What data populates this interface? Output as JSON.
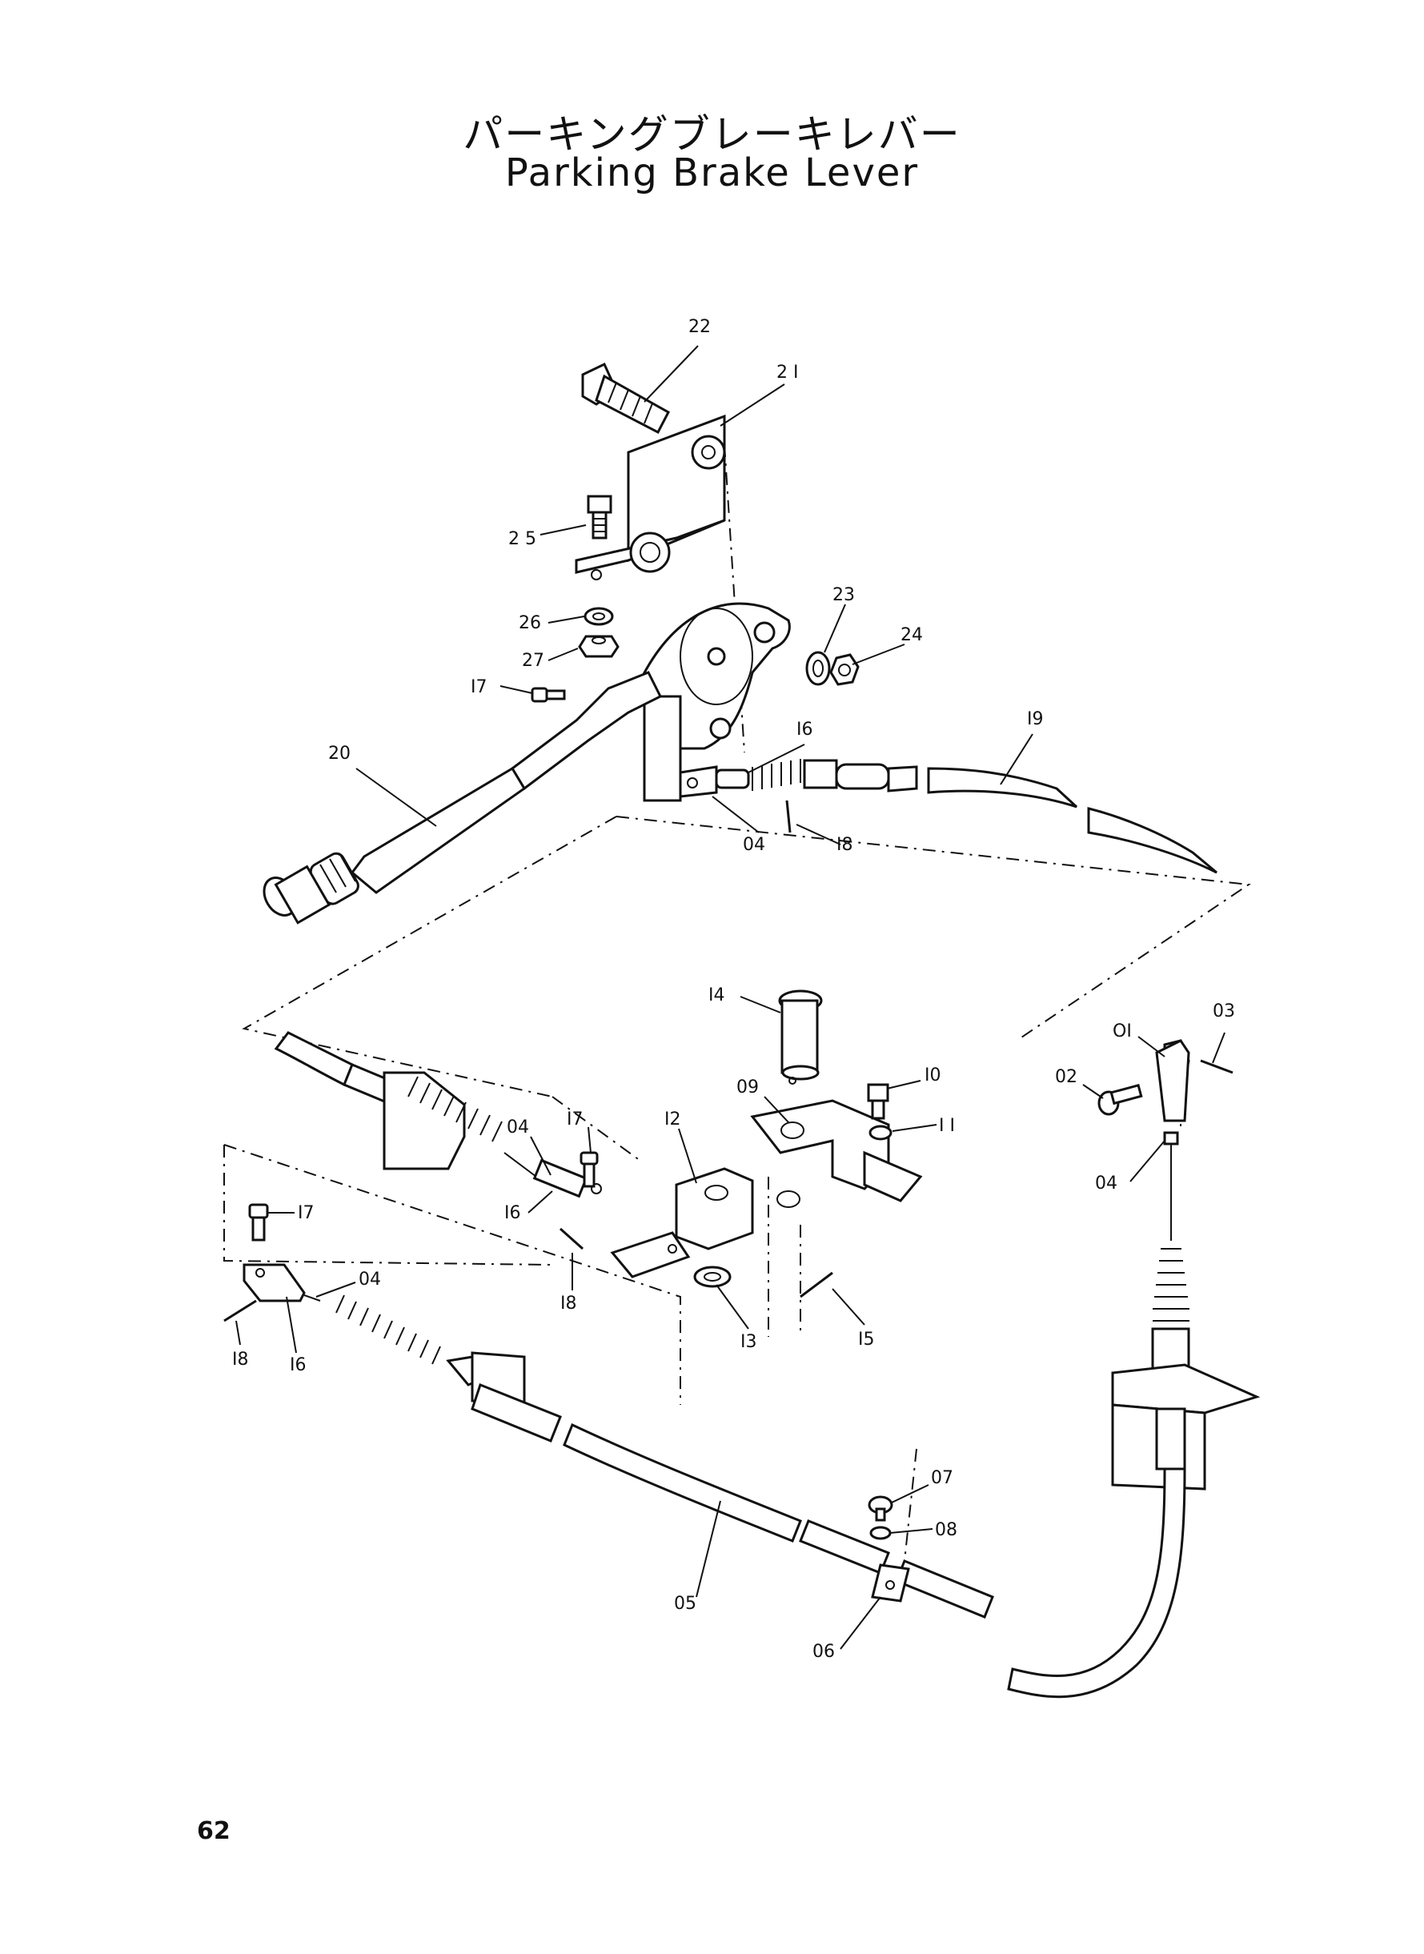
{
  "title": {
    "japanese": "パーキングブレーキレバー",
    "english": "Parking Brake Lever"
  },
  "page_number": "62",
  "callouts": [
    {
      "id": "c22",
      "label": "22"
    },
    {
      "id": "c21",
      "label": "2 I"
    },
    {
      "id": "c25",
      "label": "2 5"
    },
    {
      "id": "c26",
      "label": "26"
    },
    {
      "id": "c27",
      "label": "27"
    },
    {
      "id": "c23",
      "label": "23"
    },
    {
      "id": "c24",
      "label": "24"
    },
    {
      "id": "c17a",
      "label": "I7"
    },
    {
      "id": "c20",
      "label": "20"
    },
    {
      "id": "c16a",
      "label": "I6"
    },
    {
      "id": "c19",
      "label": "I9"
    },
    {
      "id": "c04a",
      "label": "04"
    },
    {
      "id": "c18a",
      "label": "I8"
    },
    {
      "id": "c14",
      "label": "I4"
    },
    {
      "id": "c10",
      "label": "I0"
    },
    {
      "id": "c09",
      "label": "09"
    },
    {
      "id": "c11",
      "label": "I I"
    },
    {
      "id": "c12",
      "label": "I2"
    },
    {
      "id": "c04b",
      "label": "04"
    },
    {
      "id": "c17b",
      "label": "I7"
    },
    {
      "id": "c16b",
      "label": "I6"
    },
    {
      "id": "c18b",
      "label": "I8"
    },
    {
      "id": "c13",
      "label": "I3"
    },
    {
      "id": "c15",
      "label": "I5"
    },
    {
      "id": "c17c",
      "label": "I7"
    },
    {
      "id": "c04c",
      "label": "04"
    },
    {
      "id": "c18c",
      "label": "I8"
    },
    {
      "id": "c16c",
      "label": "I6"
    },
    {
      "id": "c01",
      "label": "OI"
    },
    {
      "id": "c03",
      "label": "03"
    },
    {
      "id": "c02",
      "label": "02"
    },
    {
      "id": "c04d",
      "label": "04"
    },
    {
      "id": "c07",
      "label": "07"
    },
    {
      "id": "c08",
      "label": "08"
    },
    {
      "id": "c05",
      "label": "05"
    },
    {
      "id": "c06",
      "label": "06"
    }
  ]
}
